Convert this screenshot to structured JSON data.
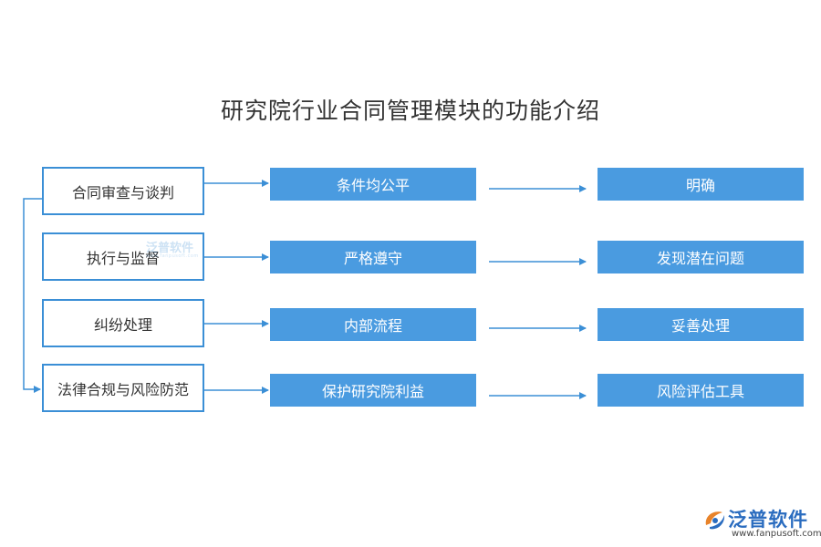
{
  "title": "研究院行业合同管理模块的功能介绍",
  "rows": [
    {
      "left": "合同审查与谈判",
      "middle": "条件均公平",
      "right": "明确"
    },
    {
      "left": "执行与监督",
      "middle": "严格遵守",
      "right": "发现潜在问题"
    },
    {
      "left": "纠纷处理",
      "middle": "内部流程",
      "right": "妥善处理"
    },
    {
      "left": "法律合规与风险防范",
      "middle": "保护研究院利益",
      "right": "风险评估工具"
    }
  ],
  "watermark": {
    "name": "泛普软件",
    "url": "www.fanpusoft.com"
  },
  "colors": {
    "accent": "#3b8fd6",
    "box_fill": "#4a9be0",
    "line": "#3b8fd6"
  }
}
